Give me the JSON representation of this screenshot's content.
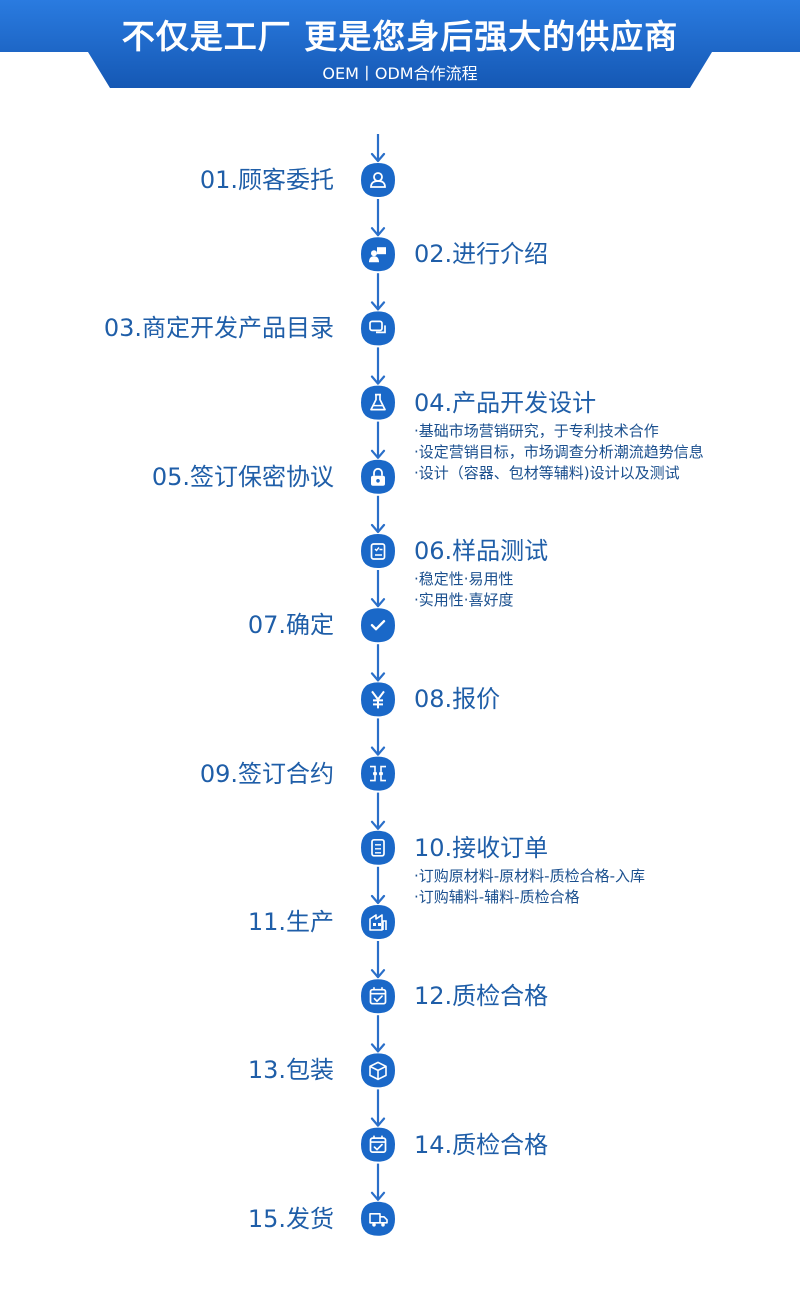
{
  "header": {
    "title": "不仅是工厂 更是您身后强大的供应商",
    "subtitle": "OEM丨ODM合作流程"
  },
  "colors": {
    "brand_blue": "#1a68c8",
    "text_blue": "#1f5ea8",
    "line_blue": "#2a6fc9"
  },
  "steps": [
    {
      "label": "01.顾客委托",
      "side": "left",
      "icon": "user-icon",
      "details": []
    },
    {
      "label": "02.进行介绍",
      "side": "right",
      "icon": "presentation-icon",
      "details": []
    },
    {
      "label": "03.商定开发产品目录",
      "side": "left",
      "icon": "chat-icon",
      "details": []
    },
    {
      "label": "04.产品开发设计",
      "side": "right",
      "icon": "flask-icon",
      "details": [
        "·基础市场营销研究，于专利技术合作",
        "·设定营销目标，市场调查分析潮流趋势信息",
        "·设计（容器、包材等辅料)设计以及测试"
      ]
    },
    {
      "label": "05.签订保密协议",
      "side": "left",
      "icon": "lock-icon",
      "details": []
    },
    {
      "label": "06.样品测试",
      "side": "right",
      "icon": "clipboard-icon",
      "details": [
        "·稳定性·易用性",
        "·实用性·喜好度"
      ]
    },
    {
      "label": "07.确定",
      "side": "left",
      "icon": "check-icon",
      "details": []
    },
    {
      "label": "08.报价",
      "side": "right",
      "icon": "yen-icon",
      "details": []
    },
    {
      "label": "09.签订合约",
      "side": "left",
      "icon": "contract-icon",
      "details": []
    },
    {
      "label": "10.接收订单",
      "side": "right",
      "icon": "document-icon",
      "details": [
        "·订购原材料-原材料-质检合格-入库",
        "·订购辅料-辅料-质检合格"
      ]
    },
    {
      "label": "11.生产",
      "side": "left",
      "icon": "factory-icon",
      "details": []
    },
    {
      "label": "12.质检合格",
      "side": "right",
      "icon": "calendar-check-icon",
      "details": []
    },
    {
      "label": "13.包装",
      "side": "left",
      "icon": "box-icon",
      "details": []
    },
    {
      "label": "14.质检合格",
      "side": "right",
      "icon": "calendar-check-icon",
      "details": []
    },
    {
      "label": "15.发货",
      "side": "left",
      "icon": "truck-icon",
      "details": []
    }
  ]
}
